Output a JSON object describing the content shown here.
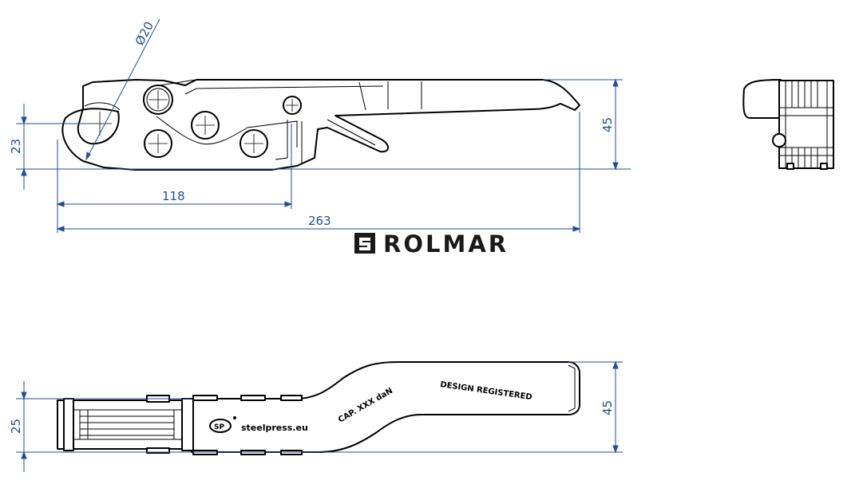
{
  "brand": {
    "name": "ROLMAR",
    "color": "#1a1a1a"
  },
  "colors": {
    "dimension": "#1f4e9a",
    "outline": "#000000",
    "background": "#ffffff"
  },
  "dimensions": {
    "diameter": "Ø20",
    "height_left": "23",
    "length_mid": "118",
    "length_total": "263",
    "height_right": "45",
    "bottom_height_left": "25",
    "bottom_height_right": "45"
  },
  "engravings": {
    "design": "DESIGN REGISTERED",
    "capacity": "CAP. XXX daN",
    "website": "steelpress.eu"
  }
}
